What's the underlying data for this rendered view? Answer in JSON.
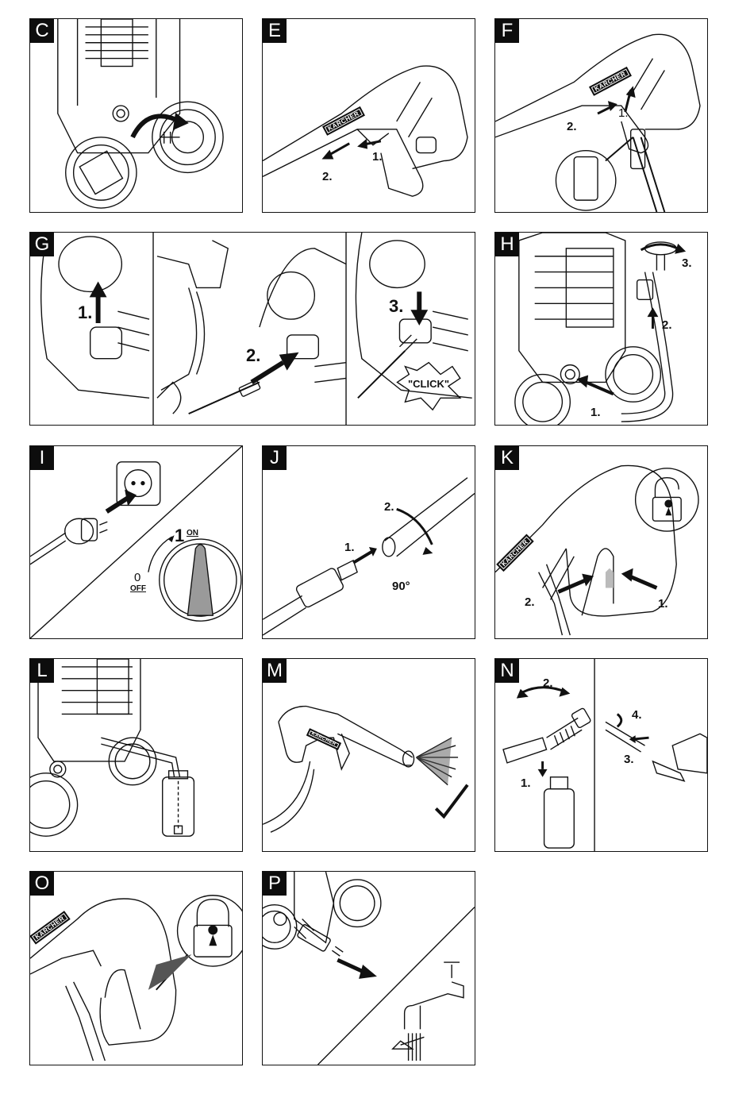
{
  "panels": {
    "C": {
      "letter": "C"
    },
    "E": {
      "letter": "E",
      "step1": "1.",
      "step2": "2.",
      "brand": "KÄRCHER"
    },
    "F": {
      "letter": "F",
      "step1": "1.",
      "step2": "2.",
      "brand": "KÄRCHER"
    },
    "G": {
      "letter": "G",
      "step1": "1.",
      "step2": "2.",
      "step3": "3.",
      "click": "\"CLICK\""
    },
    "H": {
      "letter": "H",
      "step1": "1.",
      "step2": "2.",
      "step3": "3."
    },
    "I": {
      "letter": "I",
      "on_num": "1",
      "on": "ON",
      "off_num": "0",
      "off": "OFF"
    },
    "J": {
      "letter": "J",
      "step1": "1.",
      "step2": "2.",
      "angle": "90°"
    },
    "K": {
      "letter": "K",
      "step1": "1.",
      "step2": "2.",
      "brand": "KÄRCHER"
    },
    "L": {
      "letter": "L"
    },
    "M": {
      "letter": "M",
      "brand": "KÄRCHER"
    },
    "N": {
      "letter": "N",
      "step1": "1.",
      "step2": "2.",
      "step3": "3.",
      "step4": "4."
    },
    "O": {
      "letter": "O",
      "brand": "KÄRCHER"
    },
    "P": {
      "letter": "P"
    }
  }
}
